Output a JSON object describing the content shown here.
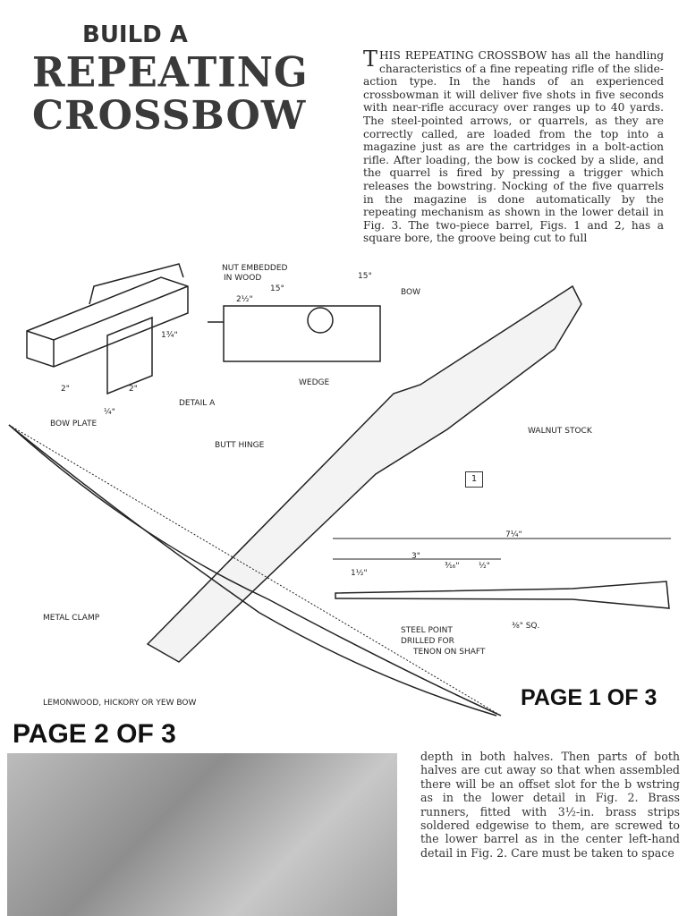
{
  "header": {
    "line1": "BUILD A",
    "line2": "REPEATING",
    "line3": "CROSSBOW"
  },
  "intro": {
    "dropcap": "T",
    "text": "HIS REPEATING CROSSBOW has all the handling characteristics of a fine repeating rifle of the slide-action type. In the hands of an experienced crossbowman it will deliver five shots in five seconds with near-rifle accuracy over ranges up to 40 yards. The steel-pointed arrows, or quarrels, as they are correctly called, are loaded from the top into a magazine just as are the cartridges in a bolt-action rifle. After loading, the bow is cocked by a slide, and the quarrel is fired by pressing a trigger which releases the bowstring. Nocking of the five quarrels in the magazine is done automatically by the repeating mechanism as shown in the lower detail in Fig. 3. The two-piece barrel, Figs. 1 and 2, has a square bore, the groove being cut to full"
  },
  "figure": {
    "number": "1",
    "labels": {
      "nut": "NUT EMBEDDED",
      "nut2": "IN WOOD",
      "angle1": "15°",
      "angle2": "15°",
      "dim_2half": "2½\"",
      "bow": "BOW",
      "dim_1three4": "1¾\"",
      "dim_2a": "2\"",
      "dim_2b": "2\"",
      "dim_quarter": "¼\"",
      "detail_a": "DETAIL A",
      "bow_plate": "BOW PLATE",
      "wedge": "WEDGE",
      "walnut_stock": "WALNUT STOCK",
      "butt_hinge": "BUTT HINGE",
      "dim_7quarter": "7¼\"",
      "dim_3": "3\"",
      "dim_1half": "1½\"",
      "dim_3_16": "³⁄₁₆\"",
      "dim_half": "½\"",
      "dim_3_8sq": "⅜\" SQ.",
      "steel_point": "STEEL POINT",
      "drilled_for": "DRILLED FOR",
      "tenon": "TENON ON SHAFT",
      "metal_clamp": "METAL CLAMP",
      "bow_wood": "LEMONWOOD, HICKORY OR YEW BOW"
    }
  },
  "page1": "PAGE 1 OF 3",
  "page2": "PAGE 2 OF 3",
  "continuation": "depth in both halves. Then parts of both halves are cut away so that when assembled there will be an offset slot for the b wstring as in the lower detail in Fig. 2. Brass runners, fitted with 3½-in. brass strips soldered edgewise to them, are screwed to the lower barrel as in the center left-hand detail in Fig. 2. Care must be taken to space"
}
